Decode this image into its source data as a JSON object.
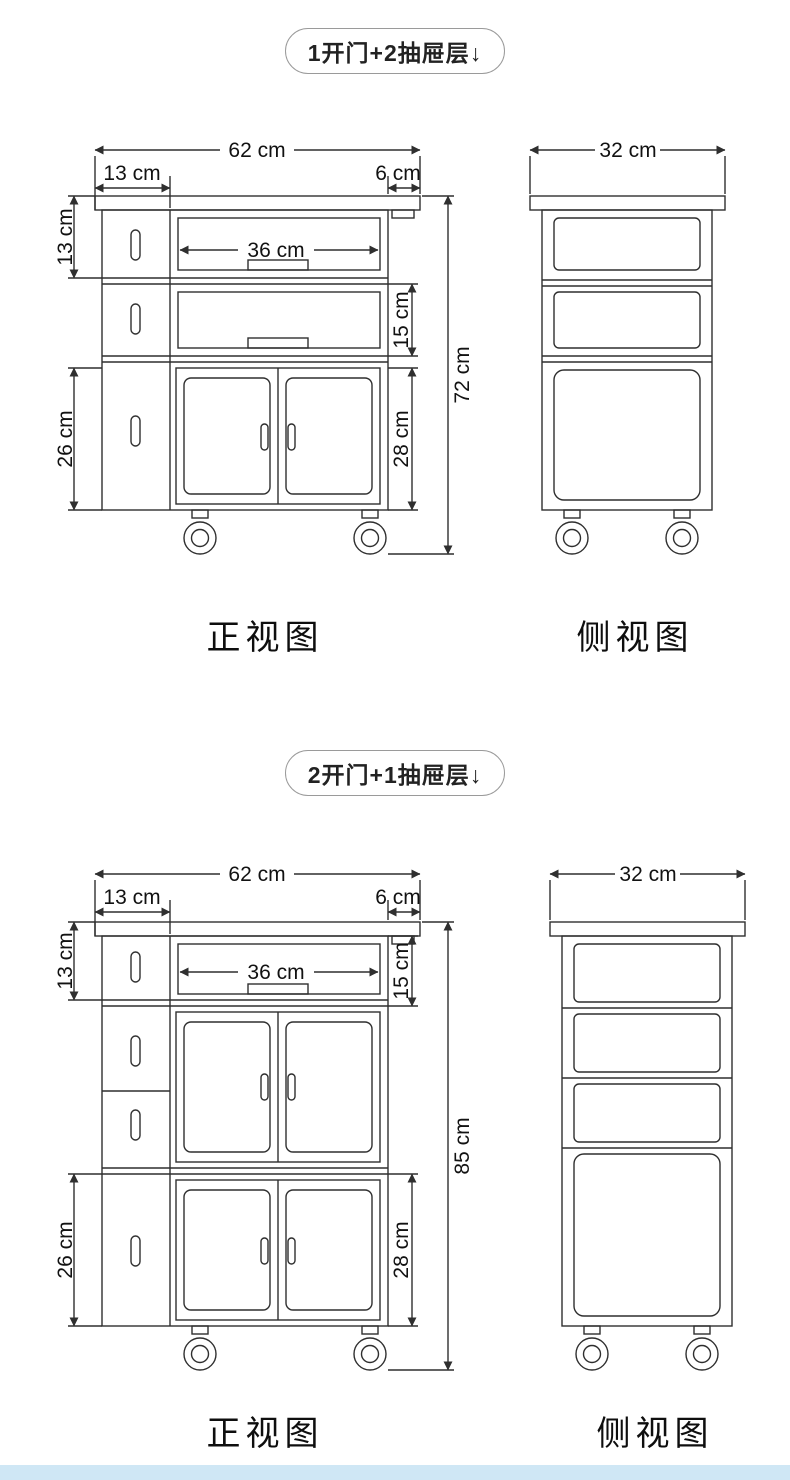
{
  "page": {
    "background": "#ffffff",
    "footer_strip_color": "#cfe7f5"
  },
  "section1": {
    "badge": "1开门+2抽屉层↓",
    "front_label": "正视图",
    "side_label": "侧视图",
    "front": {
      "total_width": "62 cm",
      "rail_width": "13 cm",
      "lip_width": "6 cm",
      "inner_width": "36 cm",
      "top_height": "13 cm",
      "drawer_height": "15 cm",
      "lower_left_height": "26 cm",
      "lower_right_height": "28 cm",
      "total_height": "72 cm"
    },
    "side": {
      "width": "32 cm"
    }
  },
  "section2": {
    "badge": "2开门+1抽屉层↓",
    "front_label": "正视图",
    "side_label": "侧视图",
    "front": {
      "total_width": "62 cm",
      "rail_width": "13 cm",
      "lip_width": "6 cm",
      "inner_width": "36 cm",
      "top_height": "13 cm",
      "drawer_height": "15 cm",
      "lower_left_height": "26 cm",
      "lower_right_height": "28 cm",
      "total_height": "85 cm"
    },
    "side": {
      "width": "32 cm"
    }
  }
}
